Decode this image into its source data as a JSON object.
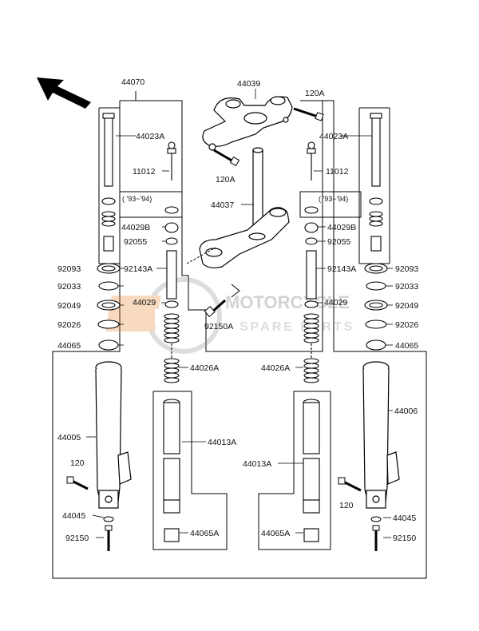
{
  "title": "",
  "watermark": {
    "brand": "MOTORCYCLE",
    "sub": "SPARE PARTS",
    "badge": "M"
  },
  "labels": {
    "p44070": "44070",
    "p44039": "44039",
    "p120A_top": "120A",
    "p120A_mid": "120A",
    "p44023A_l": "44023A",
    "p44023A_r": "44023A",
    "p11012_l": "11012",
    "p11012_r": "11012",
    "years_l": "( '93~'94)",
    "years_r": "( '93~'94)",
    "p44037": "44037",
    "p44029B_l": "44029B",
    "p44029B_r": "44029B",
    "p92055_l": "92055",
    "p92055_r": "92055",
    "p92093_l": "92093",
    "p92093_r": "92093",
    "p92143A_l": "92143A",
    "p92143A_r": "92143A",
    "p92033_l": "92033",
    "p92033_r": "92033",
    "p92049_l": "92049",
    "p92049_r": "92049",
    "p44029_l": "44029",
    "p44029_r": "44029",
    "p92026_l": "92026",
    "p92026_r": "92026",
    "p92150A": "92150A",
    "p44065_l": "44065",
    "p44065_r": "44065",
    "p44026A_l": "44026A",
    "p44026A_r": "44026A",
    "p44006": "44006",
    "p44005": "44005",
    "p44013A_l": "44013A",
    "p44013A_r": "44013A",
    "p120_l": "120",
    "p120_r": "120",
    "p44045_l": "44045",
    "p44045_r": "44045",
    "p92150_l": "92150",
    "p92150_r": "92150",
    "p44065A_l": "44065A",
    "p44065A_r": "44065A"
  }
}
